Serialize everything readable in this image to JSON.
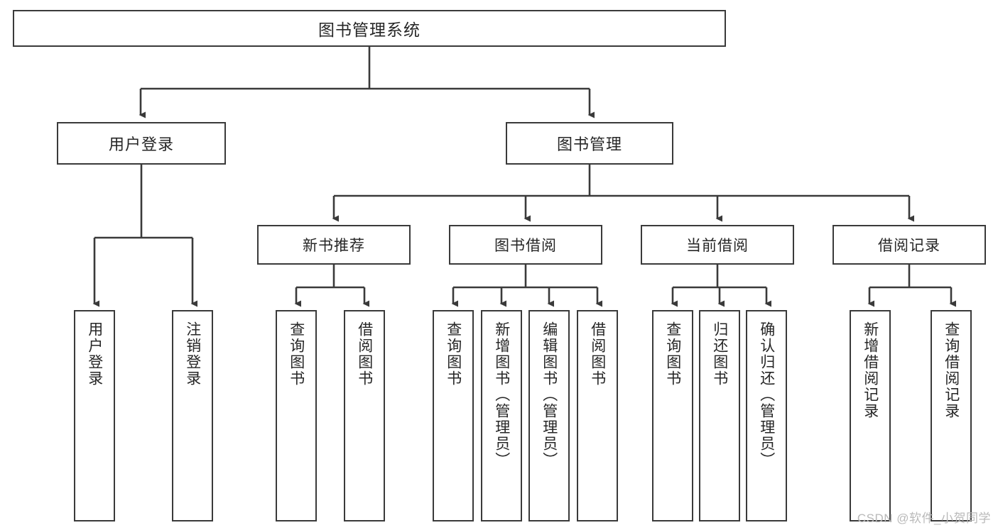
{
  "diagram": {
    "title": "图书管理系统",
    "background_color": "#ffffff",
    "line_color": "#3a3a3a",
    "text_color": "#262626",
    "watermark": "CSDN @软件_小贺同学"
  },
  "nodes": {
    "root": {
      "label": "图书管理系统"
    },
    "level1": [
      {
        "label": "用户登录"
      },
      {
        "label": "图书管理"
      }
    ],
    "level2": [
      {
        "label": "新书推荐"
      },
      {
        "label": "图书借阅"
      },
      {
        "label": "当前借阅"
      },
      {
        "label": "借阅记录"
      }
    ],
    "leaves": {
      "user_login": [
        {
          "label": "用户登录"
        },
        {
          "label": "注销登录"
        }
      ],
      "new_book_recommend": [
        {
          "label": "查询图书"
        },
        {
          "label": "借阅图书"
        }
      ],
      "book_borrow": [
        {
          "label": "查询图书"
        },
        {
          "label": "新增图书（管理员）"
        },
        {
          "label": "编辑图书（管理员）"
        },
        {
          "label": "借阅图书"
        }
      ],
      "current_borrow": [
        {
          "label": "查询图书"
        },
        {
          "label": "归还图书"
        },
        {
          "label": "确认归还（管理员）"
        }
      ],
      "borrow_record": [
        {
          "label": "新增借阅记录"
        },
        {
          "label": "查询借阅记录"
        }
      ]
    }
  }
}
